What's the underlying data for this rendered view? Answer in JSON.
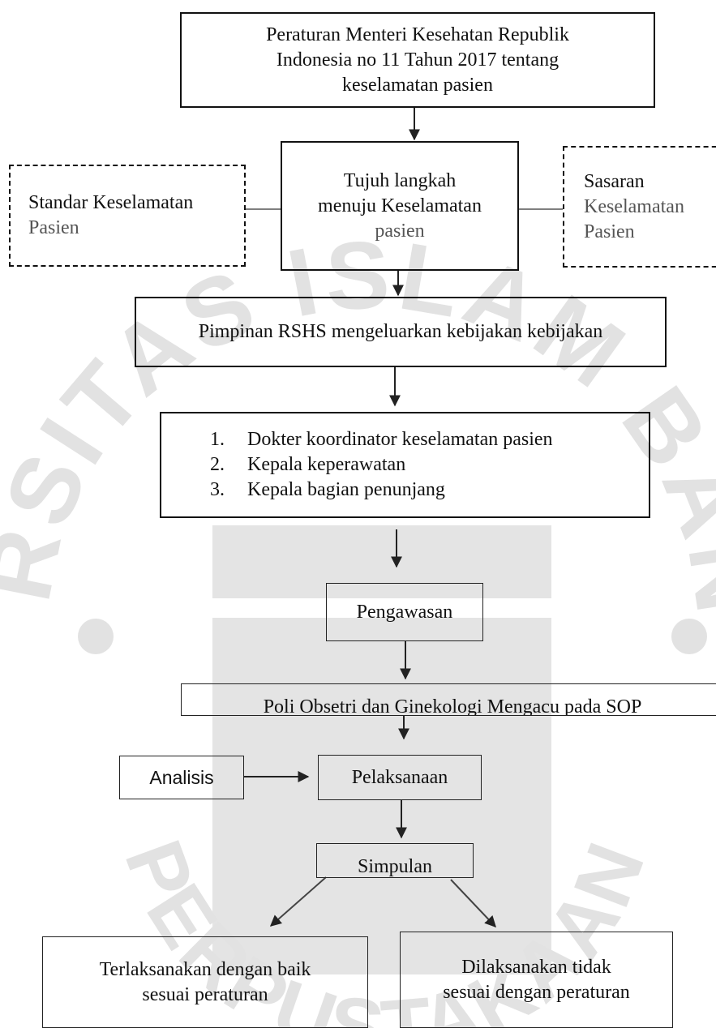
{
  "diagram": {
    "regulation": [
      "Peraturan Menteri Kesehatan Republik",
      "Indonesia no 11 Tahun 2017 tentang",
      "keselamatan pasien"
    ],
    "seven_steps": [
      "Tujuh langkah",
      "menuju Keselamatan",
      "pasien"
    ],
    "standard": [
      "Standar Keselamatan",
      "Pasien"
    ],
    "goals": [
      "Sasaran",
      "Keselamatan",
      "Pasien"
    ],
    "leadership_policy": "Pimpinan RSHS mengeluarkan kebijakan kebijakan",
    "coordinators": [
      {
        "num": "1.",
        "text": "Dokter koordinator keselamatan pasien"
      },
      {
        "num": "2.",
        "text": "Kepala keperawatan"
      },
      {
        "num": "3.",
        "text": "Kepala bagian penunjang"
      }
    ],
    "supervision": "Pengawasan",
    "sop": "Poli Obsetri dan Ginekologi Mengacu pada SOP",
    "analysis": "Analisis",
    "implementation": "Pelaksanaan",
    "conclusion": "Simpulan",
    "outcome_compliant": [
      "Terlaksanakan dengan baik",
      "sesuai peraturan"
    ],
    "outcome_noncompliant": [
      "Dilaksanakan tidak",
      "sesuai dengan peraturan"
    ]
  },
  "watermark": {
    "text": "UNIVERSITAS ISLAM BANDUNG",
    "bottom_text": "PERPUSTAKAAN",
    "color": "#d8d8d8",
    "band_color": "#c8c8c8"
  }
}
